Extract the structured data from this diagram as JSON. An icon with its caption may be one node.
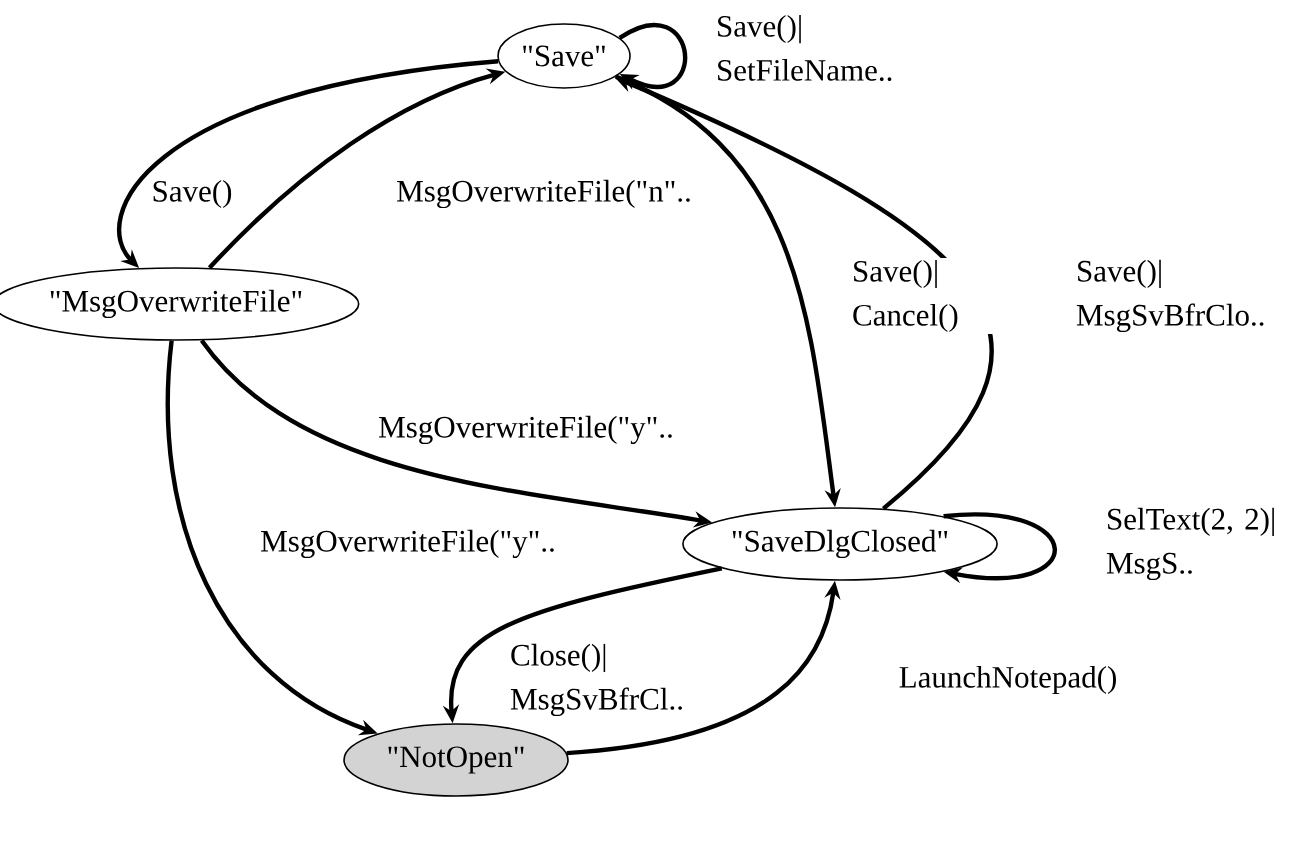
{
  "diagram": {
    "nodes": [
      {
        "text": [
          "\"Save\""
        ]
      },
      {
        "text": [
          "\"MsgOverwriteFile\""
        ]
      },
      {
        "text": [
          "\"SaveDlgClosed\""
        ]
      },
      {
        "text": [
          "\"NotOpen\""
        ]
      }
    ],
    "edges": [
      {
        "from": 0,
        "to": 1,
        "arrow": "to",
        "label": "Save()"
      },
      {
        "from": 1,
        "to": 0,
        "arrow": "to",
        "label": "MsgOverwriteFile(\"n\".."
      },
      {
        "from": 0,
        "to": 0,
        "arrow": "to",
        "label": "Save()| SetFileName.."
      },
      {
        "from": 0,
        "to": 2,
        "arrow": "to",
        "label": "Save()| Cancel()"
      },
      {
        "from": 2,
        "to": 0,
        "arrow": "to",
        "label": "Save()| MsgSvBfrClo.."
      },
      {
        "from": 1,
        "to": 2,
        "arrow": "to",
        "label": "MsgOverwriteFile(\"y\".."
      },
      {
        "from": 1,
        "to": 3,
        "arrow": "to",
        "label": "MsgOverwriteFile(\"y\".."
      },
      {
        "from": 2,
        "to": 2,
        "arrow": "to",
        "label": "SelText(2, 2)| MsgS.."
      },
      {
        "from": 2,
        "to": 3,
        "arrow": "to",
        "label": "Close()| MsgSvBfrCl.."
      },
      {
        "from": 3,
        "to": 2,
        "arrow": "to",
        "label": "LaunchNotepad()"
      }
    ]
  }
}
